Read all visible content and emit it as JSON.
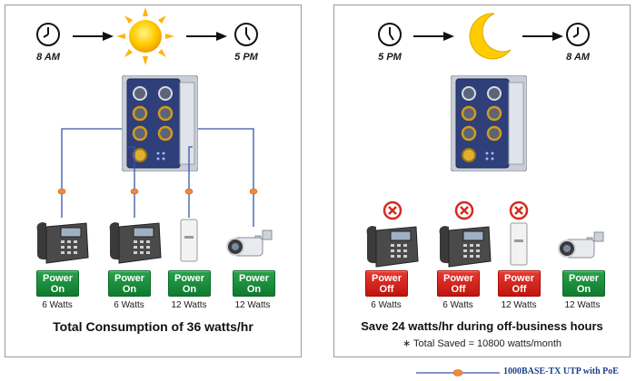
{
  "left_panel": {
    "start_time": "8 AM",
    "end_time": "5 PM",
    "phase_icon": "sun-icon",
    "devices": [
      {
        "icon": "ip-phone-icon",
        "state_line1": "Power",
        "state_line2": "On",
        "watts": "6 Watts"
      },
      {
        "icon": "ip-phone-icon",
        "state_line1": "Power",
        "state_line2": "On",
        "watts": "6 Watts"
      },
      {
        "icon": "access-point-icon",
        "state_line1": "Power",
        "state_line2": "On",
        "watts": "12 Watts"
      },
      {
        "icon": "ip-camera-icon",
        "state_line1": "Power",
        "state_line2": "On",
        "watts": "12 Watts"
      }
    ],
    "caption": "Total Consumption of 36 watts/hr"
  },
  "right_panel": {
    "start_time": "5 PM",
    "end_time": "8 AM",
    "phase_icon": "moon-icon",
    "devices": [
      {
        "icon": "ip-phone-icon",
        "state_line1": "Power",
        "state_line2": "Off",
        "watts": "6 Watts",
        "disabled": true
      },
      {
        "icon": "ip-phone-icon",
        "state_line1": "Power",
        "state_line2": "Off",
        "watts": "6 Watts",
        "disabled": true
      },
      {
        "icon": "access-point-icon",
        "state_line1": "Power",
        "state_line2": "Off",
        "watts": "12 Watts",
        "disabled": true
      },
      {
        "icon": "ip-camera-icon",
        "state_line1": "Power",
        "state_line2": "On",
        "watts": "12 Watts",
        "disabled": false
      }
    ],
    "caption": "Save 24 watts/hr during off-business hours",
    "note": "∗ Total Saved = 10800 watts/month"
  },
  "legend": {
    "label": "1000BASE-TX UTP with PoE"
  },
  "colors": {
    "power_on": "#1e8f3e",
    "power_off": "#d62a20",
    "link_line": "#3a55a8",
    "poe_badge": "#f08a3c",
    "switch_body": "#2e3f7a",
    "port_ring": "#d49a1a"
  }
}
